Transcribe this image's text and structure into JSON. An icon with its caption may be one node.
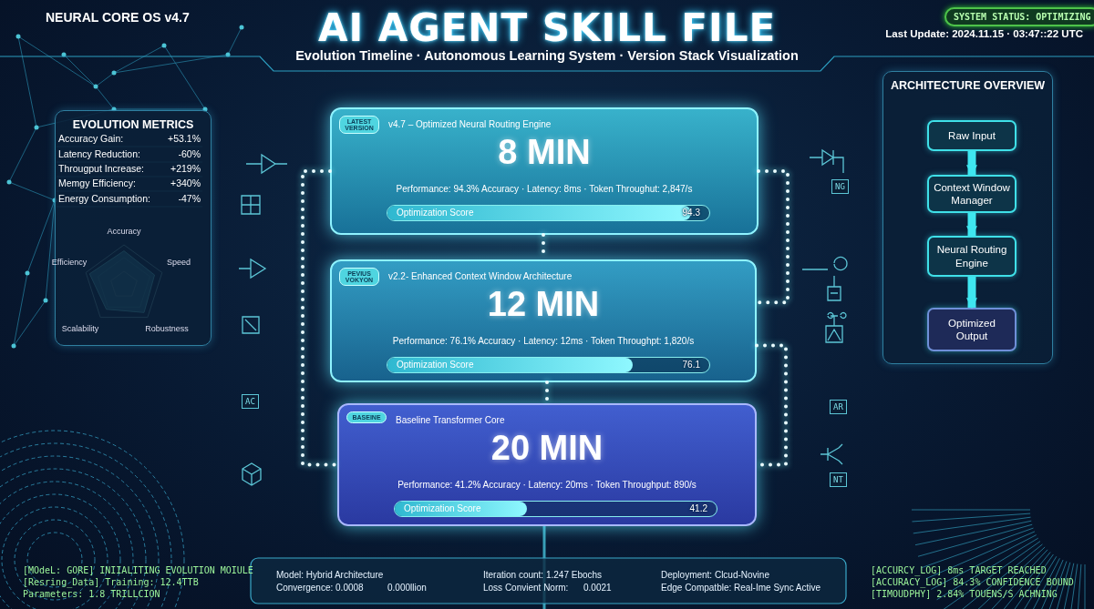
{
  "diagram": {
    "title": "AI AGENT SKILL FILE",
    "nodes": [
      {
        "text": [
          "EVOLUTION METRICS"
        ]
      },
      {
        "text": [
          "LATEST VERSION",
          "v4.7 – Optimized Neural Routing Engine",
          "8 MIN",
          "Performance: 94.3% Accuracy · Latency: 8ms · Token Throughut: 2,847/s",
          "Optimization Score",
          "94.3"
        ]
      },
      {
        "text": [
          "PEVIUS VOKYON",
          "v2.2- Enhanced Context Window Architecture",
          "12 MIN",
          "Performance: 76.1% Accuracy · Latency: 12ms · Token Throughpt: 1,820/s",
          "Optimization Score",
          "76.1"
        ]
      },
      {
        "text": [
          "BASEINE",
          "Baseline Transformer Core",
          "20 MIN",
          "Performance: 41.2% Accuracy · Latency: 20ms · Token Throughput: 890/s",
          "Optimization Score",
          "41.2"
        ]
      },
      {
        "text": [
          "ARCHITECTURE OVERVIEW"
        ]
      },
      {
        "text": [
          "Raw Input"
        ],
        "in": 4
      },
      {
        "text": [
          "Context Window Manager"
        ],
        "in": 4
      },
      {
        "text": [
          "Neural Routing Engine"
        ],
        "in": 4
      },
      {
        "text": [
          "Optimized Output"
        ],
        "in": 4
      }
    ],
    "edges": [
      {
        "from": 1,
        "to": 2,
        "arrow": "none",
        "style": "dashed"
      },
      {
        "from": 2,
        "to": 3,
        "arrow": "none",
        "style": "dashed"
      },
      {
        "from": 1,
        "to": 3,
        "arrow": "none",
        "style": "dashed"
      },
      {
        "from": 1,
        "to": 2,
        "arrow": "none",
        "style": "dashed"
      },
      {
        "from": 2,
        "to": 3,
        "arrow": "none",
        "style": "dashed"
      },
      {
        "from": 5,
        "to": 6,
        "arrow": "to",
        "style": "thick",
        "color": "#3fe6f0"
      },
      {
        "from": 6,
        "to": 7,
        "arrow": "to",
        "style": "thick",
        "color": "#3fe6f0"
      },
      {
        "from": 7,
        "to": 8,
        "arrow": "to",
        "style": "thick",
        "color": "#3fe6f0"
      }
    ],
    "labels": [
      "NEURAL CORE OS v4.7",
      "SYSTEM STATUS: OPTIMIZING",
      "Last Update: 2024.11.15 · 03:47::22 UTC",
      "Evolution Timeline · Autonomous Learning System · Version Stack Visualization",
      "Accuracy Gain:",
      "+53.1%",
      "Latency Reduction:",
      "-60%",
      "Througput Increase:",
      "+219%",
      "Memgy Efficiency:",
      "+340%",
      "Energy Consumption:",
      "-47%",
      "Accuracy",
      "Efficiency",
      "Speed",
      "Scalability",
      "Robustness",
      "NG",
      "AC",
      "AR",
      "NT",
      "[MOdeL: GORE] INIIALITING EVOLUTION MOIULE",
      "[Resring_Data] Training: 12.4TTB",
      "Parameters: 1.8 TRILLCION",
      "Model: Hybrid Architecture",
      "Convergence: 0.0008",
      "0.000llion",
      "Iteration count: 1.247 Ebochs",
      "Loss Convient Norm:",
      "0.0021",
      "Deployment: Clcud-Novine",
      "Edge Compatble: Real-Ime Sync Active",
      "[ACCURCY_LOG] 8ms TARGET REACHED",
      "[ACCURACY_LOG] 84.3% CONFIDENCE BOUND",
      "[TIMOUDPHY] 2.84% TOUENS/S ACHNING"
    ]
  }
}
